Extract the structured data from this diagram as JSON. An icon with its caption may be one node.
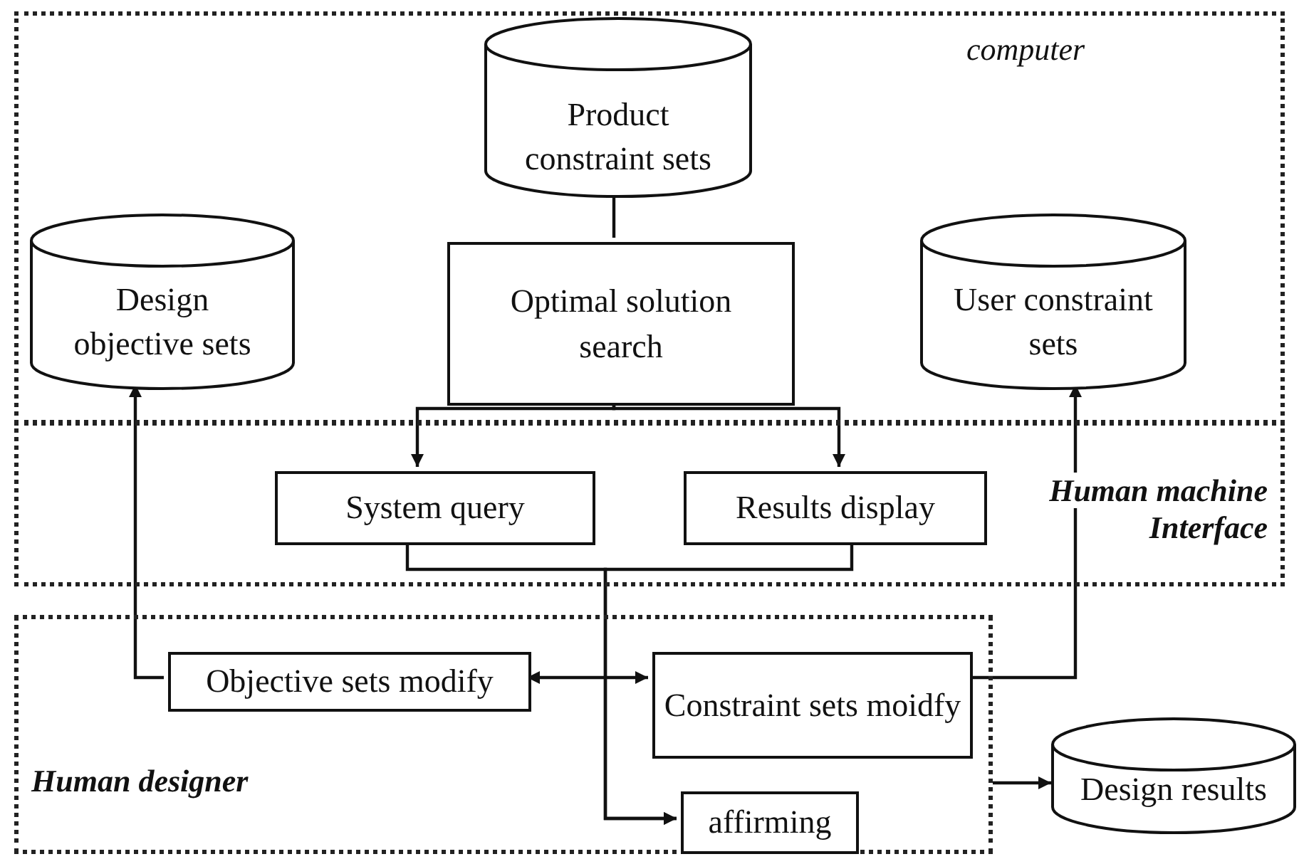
{
  "diagram": {
    "nodes": [
      {
        "text": [
          "computer"
        ]
      },
      {
        "text": [
          "Human machine Interface"
        ]
      },
      {
        "text": [
          "Human designer"
        ]
      },
      {
        "text": [
          "Product constraint sets"
        ],
        "in": 0
      },
      {
        "text": [
          "Design objective sets"
        ],
        "in": 0
      },
      {
        "text": [
          "Optimal solution search"
        ],
        "in": 0
      },
      {
        "text": [
          "User constraint sets"
        ],
        "in": 0
      },
      {
        "text": [
          "System query"
        ],
        "in": 1
      },
      {
        "text": [
          "Results display"
        ],
        "in": 1
      },
      {
        "text": [
          "Objective sets modify"
        ],
        "in": 2
      },
      {
        "text": [
          "Constraint sets moidfy"
        ],
        "in": 2
      },
      {
        "text": [
          "affirming"
        ],
        "in": 2
      },
      {
        "text": [
          "Design results"
        ]
      }
    ],
    "edges": [
      {
        "from": 3,
        "to": 5,
        "arrow": "none"
      },
      {
        "from": 5,
        "to": 7,
        "arrow": "to"
      },
      {
        "from": 5,
        "to": 8,
        "arrow": "to"
      },
      {
        "from": 7,
        "to": 11,
        "arrow": "to"
      },
      {
        "from": 8,
        "to": 11,
        "arrow": "to"
      },
      {
        "from": 9,
        "to": 4,
        "arrow": "to"
      },
      {
        "from": 9,
        "to": 10,
        "arrow": "both"
      },
      {
        "from": 10,
        "to": 6,
        "arrow": "to"
      },
      {
        "from": 2,
        "to": 12,
        "arrow": "to"
      }
    ]
  }
}
